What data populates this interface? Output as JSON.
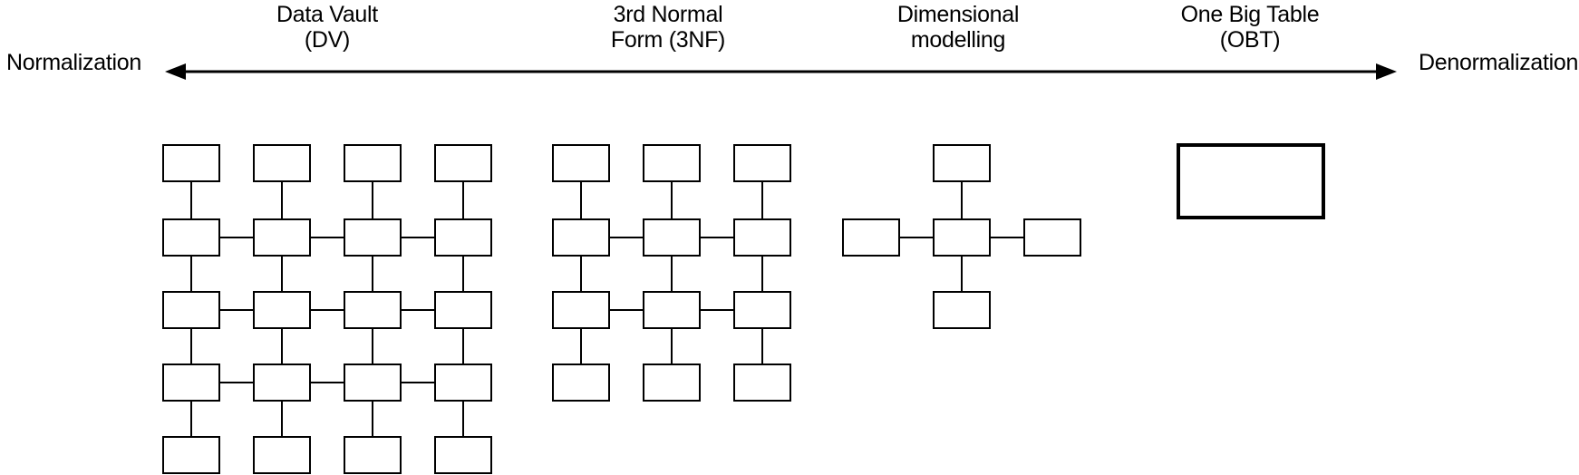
{
  "page": {
    "background": "#ffffff",
    "ink": "#000000",
    "box_fill": "#ffffff"
  },
  "axis": {
    "left_label": "Normalization",
    "right_label": "Denormalization",
    "arrow_style": "double-headed"
  },
  "categories": [
    {
      "id": "data-vault",
      "line1": "Data Vault",
      "line2": "(DV)"
    },
    {
      "id": "3nf",
      "line1": "3rd Normal",
      "line2": "Form (3NF)"
    },
    {
      "id": "dimensional",
      "line1": "Dimensional",
      "line2": "modelling"
    },
    {
      "id": "obt",
      "line1": "One Big Table",
      "line2": "(OBT)"
    }
  ],
  "diagrams": [
    {
      "name": "data-vault-schema",
      "box_stroke": 2,
      "line_stroke": 2,
      "nodes": [
        [
          180,
          160,
          62,
          40
        ],
        [
          280,
          160,
          62,
          40
        ],
        [
          380,
          160,
          62,
          40
        ],
        [
          480,
          160,
          62,
          40
        ],
        [
          180,
          242,
          62,
          40
        ],
        [
          280,
          242,
          62,
          40
        ],
        [
          380,
          242,
          62,
          40
        ],
        [
          480,
          242,
          62,
          40
        ],
        [
          180,
          322,
          62,
          40
        ],
        [
          280,
          322,
          62,
          40
        ],
        [
          380,
          322,
          62,
          40
        ],
        [
          480,
          322,
          62,
          40
        ],
        [
          180,
          402,
          62,
          40
        ],
        [
          280,
          402,
          62,
          40
        ],
        [
          380,
          402,
          62,
          40
        ],
        [
          480,
          402,
          62,
          40
        ],
        [
          180,
          482,
          62,
          40
        ],
        [
          280,
          482,
          62,
          40
        ],
        [
          380,
          482,
          62,
          40
        ],
        [
          480,
          482,
          62,
          40
        ]
      ],
      "edges": [
        [
          211,
          200,
          211,
          242
        ],
        [
          211,
          282,
          211,
          322
        ],
        [
          211,
          362,
          211,
          402
        ],
        [
          211,
          442,
          211,
          482
        ],
        [
          311,
          200,
          311,
          242
        ],
        [
          311,
          282,
          311,
          322
        ],
        [
          311,
          362,
          311,
          402
        ],
        [
          311,
          442,
          311,
          482
        ],
        [
          411,
          200,
          411,
          242
        ],
        [
          411,
          282,
          411,
          322
        ],
        [
          411,
          362,
          411,
          402
        ],
        [
          411,
          442,
          411,
          482
        ],
        [
          511,
          200,
          511,
          242
        ],
        [
          511,
          282,
          511,
          322
        ],
        [
          511,
          362,
          511,
          402
        ],
        [
          511,
          442,
          511,
          482
        ],
        [
          242,
          262,
          280,
          262
        ],
        [
          342,
          262,
          380,
          262
        ],
        [
          442,
          262,
          480,
          262
        ],
        [
          242,
          342,
          280,
          342
        ],
        [
          342,
          342,
          380,
          342
        ],
        [
          442,
          342,
          480,
          342
        ],
        [
          242,
          422,
          280,
          422
        ],
        [
          342,
          422,
          380,
          422
        ],
        [
          442,
          422,
          480,
          422
        ]
      ]
    },
    {
      "name": "third-normal-form-schema",
      "box_stroke": 2,
      "line_stroke": 2,
      "nodes": [
        [
          610,
          160,
          62,
          40
        ],
        [
          710,
          160,
          62,
          40
        ],
        [
          810,
          160,
          62,
          40
        ],
        [
          610,
          242,
          62,
          40
        ],
        [
          710,
          242,
          62,
          40
        ],
        [
          810,
          242,
          62,
          40
        ],
        [
          610,
          322,
          62,
          40
        ],
        [
          710,
          322,
          62,
          40
        ],
        [
          810,
          322,
          62,
          40
        ],
        [
          610,
          402,
          62,
          40
        ],
        [
          710,
          402,
          62,
          40
        ],
        [
          810,
          402,
          62,
          40
        ]
      ],
      "edges": [
        [
          641,
          200,
          641,
          242
        ],
        [
          641,
          282,
          641,
          322
        ],
        [
          641,
          362,
          641,
          402
        ],
        [
          741,
          200,
          741,
          242
        ],
        [
          741,
          282,
          741,
          322
        ],
        [
          741,
          362,
          741,
          402
        ],
        [
          841,
          200,
          841,
          242
        ],
        [
          841,
          282,
          841,
          322
        ],
        [
          841,
          362,
          841,
          402
        ],
        [
          672,
          262,
          710,
          262
        ],
        [
          772,
          262,
          810,
          262
        ],
        [
          672,
          342,
          710,
          342
        ],
        [
          772,
          342,
          810,
          342
        ]
      ]
    },
    {
      "name": "dimensional-star-schema",
      "box_stroke": 2,
      "line_stroke": 2,
      "nodes": [
        [
          1030,
          160,
          62,
          40
        ],
        [
          930,
          242,
          62,
          40
        ],
        [
          1030,
          242,
          62,
          40
        ],
        [
          1130,
          242,
          62,
          40
        ],
        [
          1030,
          322,
          62,
          40
        ]
      ],
      "edges": [
        [
          1061,
          200,
          1061,
          242
        ],
        [
          1061,
          282,
          1061,
          322
        ],
        [
          992,
          262,
          1030,
          262
        ],
        [
          1092,
          262,
          1130,
          262
        ]
      ]
    },
    {
      "name": "one-big-table-schema",
      "box_stroke": 4,
      "line_stroke": 2,
      "nodes": [
        [
          1300,
          160,
          160,
          80
        ]
      ],
      "edges": []
    }
  ]
}
